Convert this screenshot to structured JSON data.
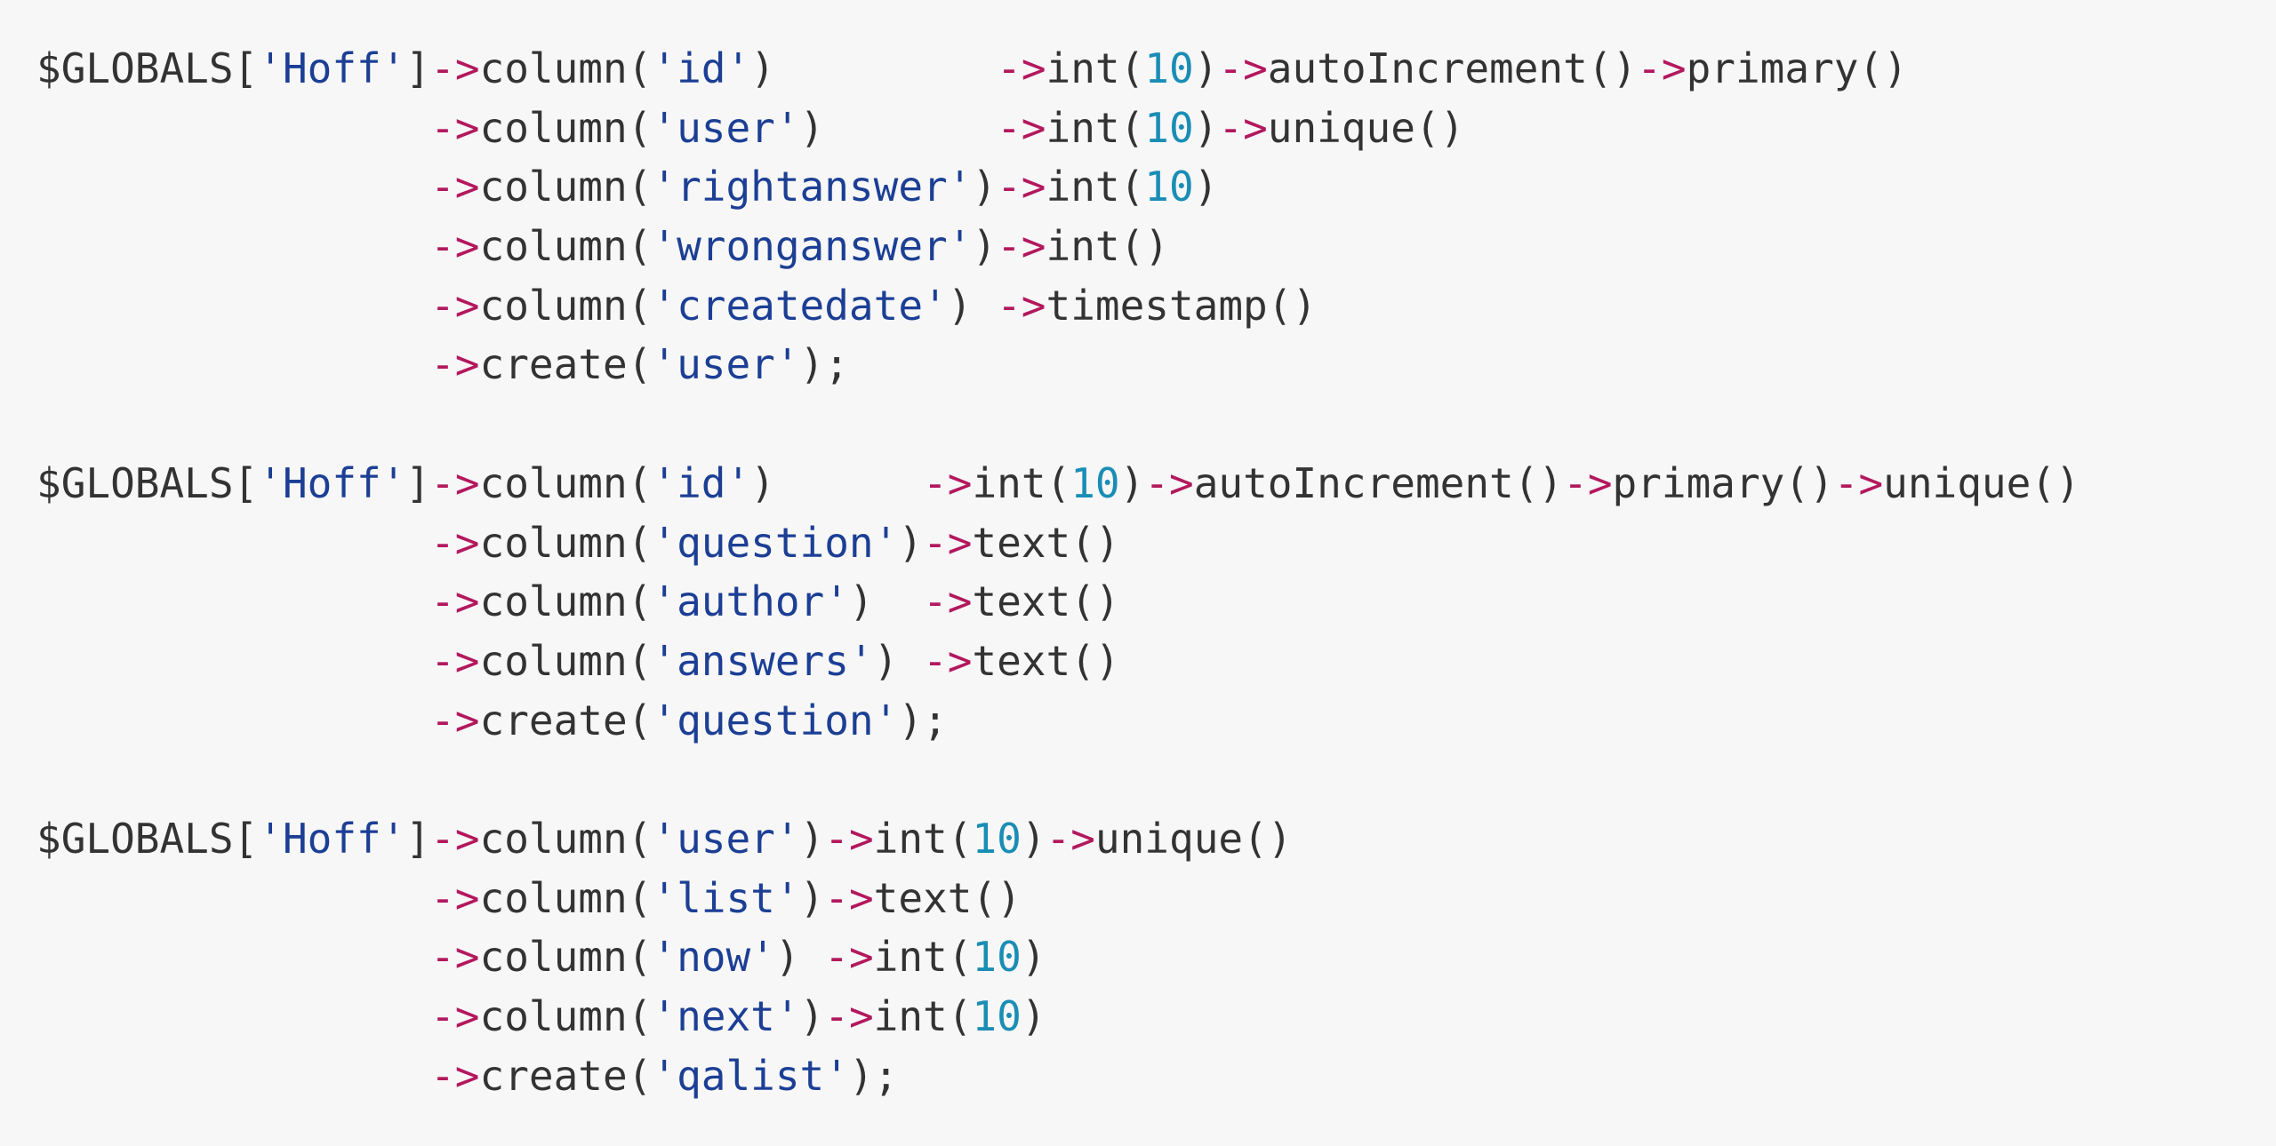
{
  "colors": {
    "background": "#f7f7f7",
    "text": "#333333",
    "string": "#1c3f95",
    "arrow": "#b3185d",
    "number": "#1a8db5"
  },
  "code_lines": [
    "$GLOBALS['Hoff']->column('id')         ->int(10)->autoIncrement()->primary()",
    "                ->column('user')       ->int(10)->unique()",
    "                ->column('rightanswer')->int(10)",
    "                ->column('wronganswer')->int()",
    "                ->column('createdate') ->timestamp()",
    "                ->create('user');",
    "",
    "$GLOBALS['Hoff']->column('id')      ->int(10)->autoIncrement()->primary()->unique()",
    "                ->column('question')->text()",
    "                ->column('author')  ->text()",
    "                ->column('answers') ->text()",
    "                ->create('question');",
    "",
    "$GLOBALS['Hoff']->column('user')->int(10)->unique()",
    "                ->column('list')->text()",
    "                ->column('now') ->int(10)",
    "                ->column('next')->int(10)",
    "                ->create('qalist');"
  ]
}
